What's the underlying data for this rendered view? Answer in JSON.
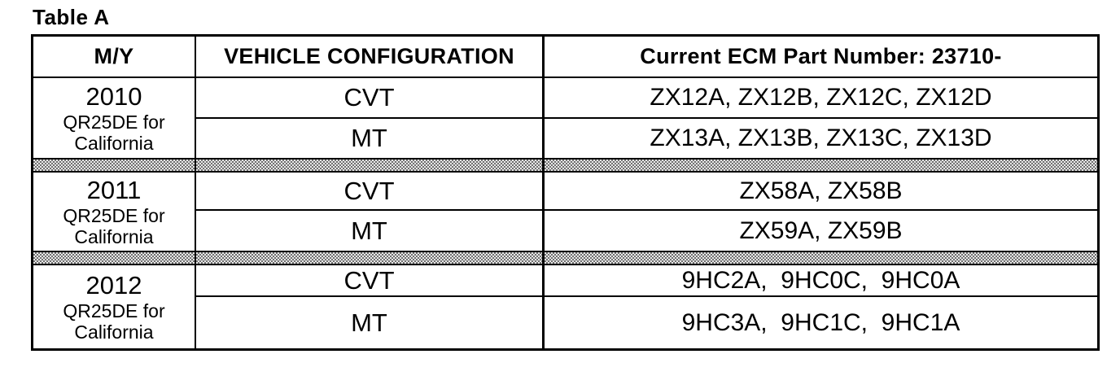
{
  "title": "Table A",
  "table": {
    "headers": {
      "model_year": "M/Y",
      "vehicle_config": "VEHICLE CONFIGURATION",
      "ecm_part_number": "Current ECM Part Number: 23710-"
    },
    "groups": [
      {
        "year": "2010",
        "engine": "QR25DE for",
        "region": "California",
        "rows": [
          {
            "config": "CVT",
            "parts": "ZX12A, ZX12B, ZX12C, ZX12D"
          },
          {
            "config": "MT",
            "parts": "ZX13A, ZX13B, ZX13C, ZX13D"
          }
        ]
      },
      {
        "year": "2011",
        "engine": "QR25DE for",
        "region": "California",
        "rows": [
          {
            "config": "CVT",
            "parts": "ZX58A, ZX58B"
          },
          {
            "config": "MT",
            "parts": "ZX59A, ZX59B"
          }
        ]
      },
      {
        "year": "2012",
        "engine": "QR25DE for",
        "region": "California",
        "rows": [
          {
            "config": "CVT",
            "parts": "9HC2A,  9HC0C,  9HC0A"
          },
          {
            "config": "MT",
            "parts": "9HC3A,  9HC1C,  9HC1A"
          }
        ]
      }
    ]
  },
  "colors": {
    "text": "#000000",
    "border": "#000000",
    "background": "#ffffff",
    "band_dark": "#707070",
    "band_light": "#e8e8e8"
  }
}
